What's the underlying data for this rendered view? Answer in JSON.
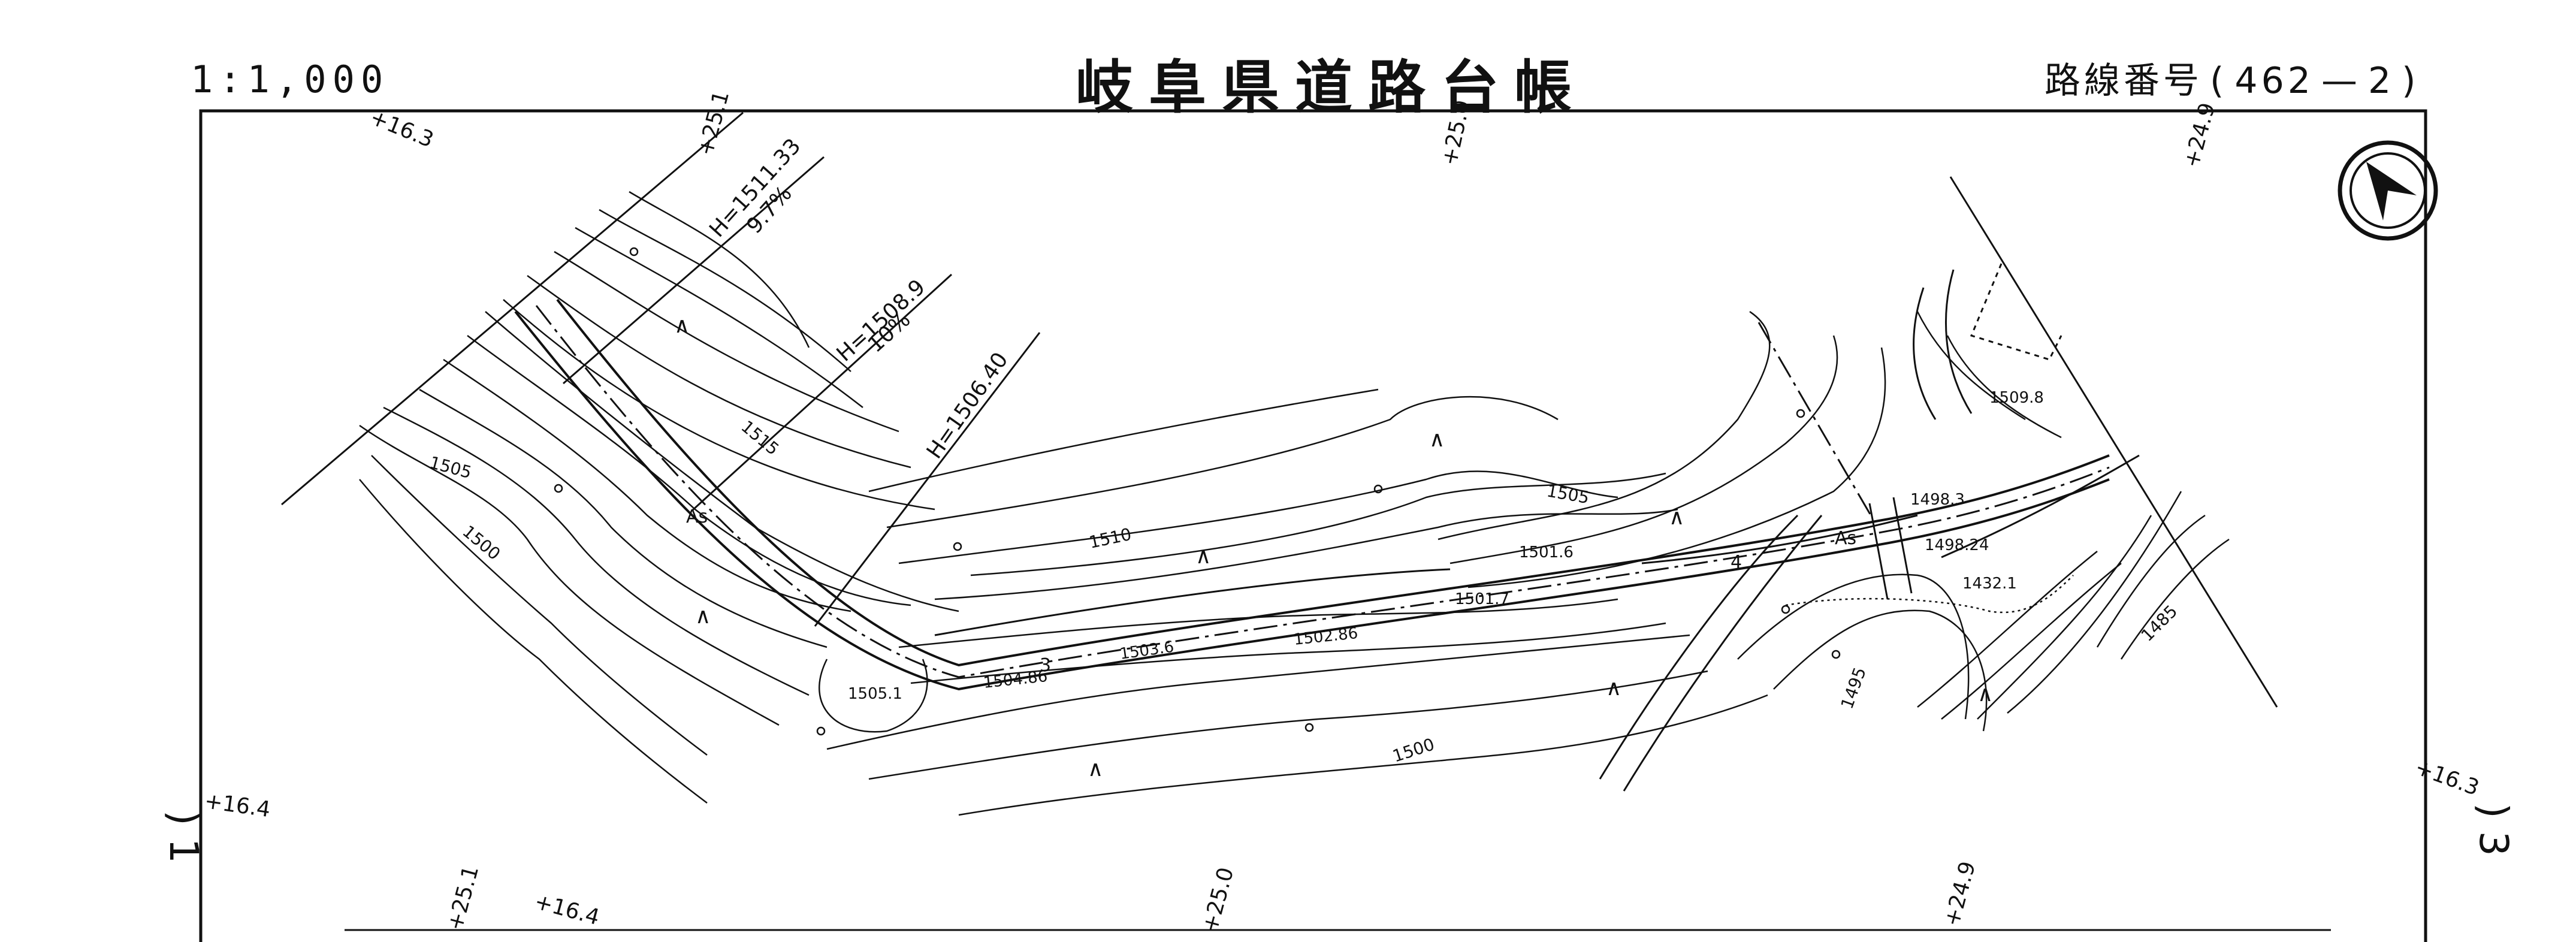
{
  "header": {
    "scale": "1:1,000",
    "title": "岐阜県道路台帳",
    "route_label": "路線番号",
    "route_open": "(",
    "route_main": "462",
    "route_dash": "—",
    "route_sub": "2",
    "route_close": ")"
  },
  "side_markers": {
    "left": ") 1",
    "right": ") 3"
  },
  "map": {
    "north_arrow": "north-arrow-icon",
    "stations": [
      "+16.3",
      "+25.1",
      "+25.0",
      "+24.9",
      "+16.4",
      "+25.1",
      "+16.4",
      "+25.0",
      "+24.9",
      "+16.3"
    ],
    "grade_labels": [
      {
        "h": "H=1511.33",
        "grade": "9.7%"
      },
      {
        "h": "H=1508.9",
        "grade": "10%"
      },
      {
        "h": "H=1506.40",
        "grade": ""
      }
    ],
    "contour_labels": [
      "1505",
      "1500",
      "1515",
      "1510",
      "1505",
      "1500",
      "1495",
      "1485"
    ],
    "spot_heights": [
      "1505.1",
      "1504.86",
      "1503.6",
      "1502.86",
      "1501.7",
      "1501.6",
      "1498.3",
      "1498.24",
      "1509.8",
      "1432.1"
    ],
    "surface_labels": [
      "As",
      "As"
    ],
    "small_numbers": [
      "3",
      "4"
    ]
  }
}
